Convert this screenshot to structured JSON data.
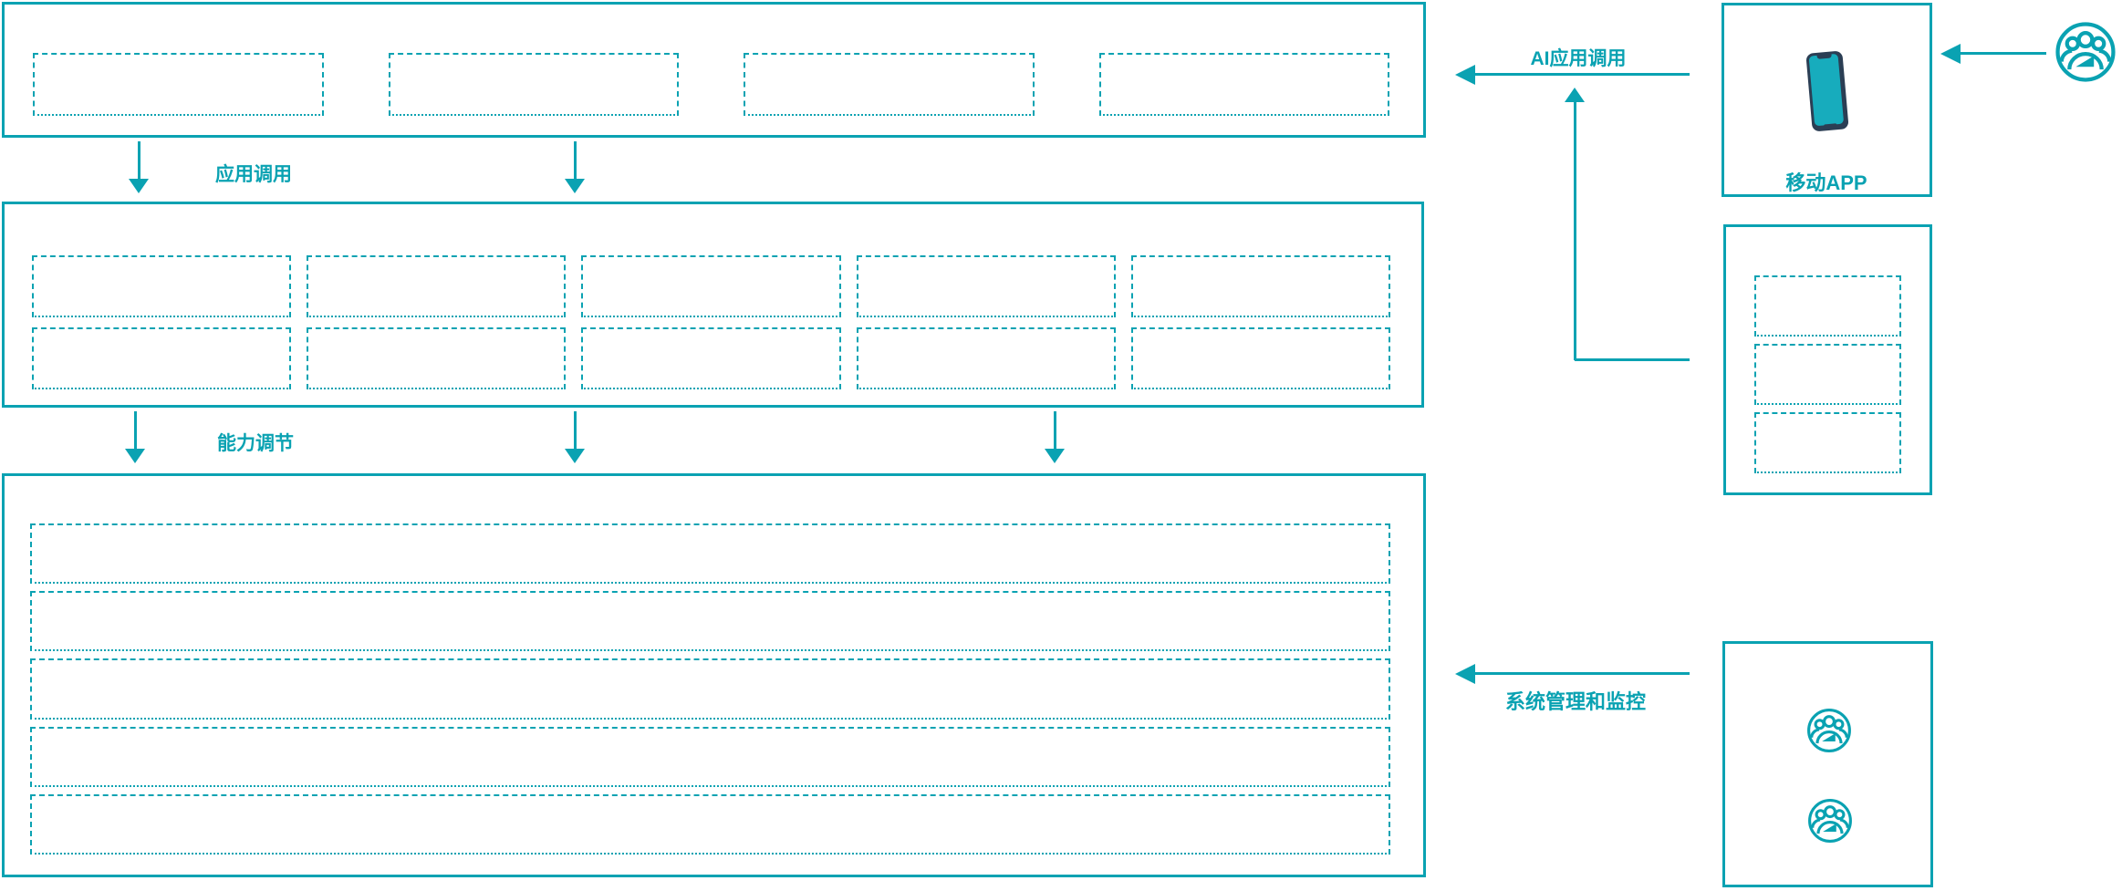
{
  "colors": {
    "accent_teal": "#0AA2B2",
    "phone_body": "#2B3E54",
    "phone_screen": "#17ACBD",
    "background": "#FFFFFF"
  },
  "labels": {
    "app_call": "应用调用",
    "capability_adjust": "能力调节",
    "ai_app_call": "AI应用调用",
    "mobile_app": "移动APP",
    "system_mgmt": "系统管理和监控"
  },
  "bands": {
    "top": {
      "placeholder_count": 4
    },
    "middle": {
      "rows": 2,
      "cols": 5,
      "placeholder_count": 10
    },
    "bottom": {
      "row_count": 5
    },
    "right_stack": {
      "placeholder_count": 3
    },
    "admin": {
      "user_icon_count": 2
    }
  },
  "icons": {
    "mobile_phone": "mobile-phone-icon",
    "user_group": "user-group-icon"
  },
  "flows": [
    {
      "label": "应用调用",
      "direction": "down",
      "arrow_count": 2
    },
    {
      "label": "能力调节",
      "direction": "down",
      "arrow_count": 3
    },
    {
      "label": "AI应用调用",
      "direction": "left",
      "arrow_count": 1
    },
    {
      "label": "系统管理和监控",
      "direction": "left",
      "arrow_count": 1
    }
  ]
}
